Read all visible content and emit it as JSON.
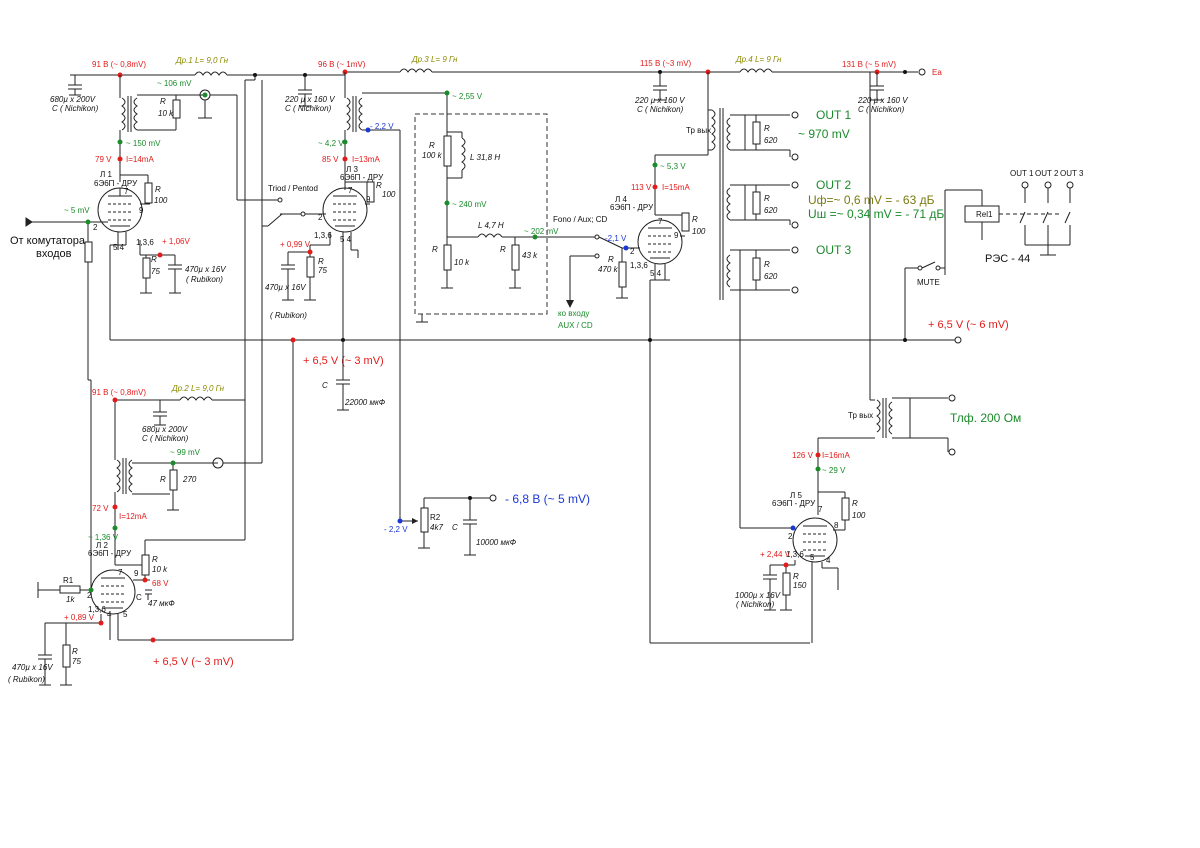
{
  "supply": {
    "v91": "91 В (~ 0,8mV)",
    "v96": "96 В (~ 1mV)",
    "v115": "115 В (~3 mV)",
    "v131": "131 В (~ 5 mV)",
    "ea": "Ea",
    "v91b": "91 В (~ 0,8mV)"
  },
  "chokes": {
    "dr1": "Др.1 L= 9,0 Гн",
    "dr2": "Др.2 L= 9,0 Гн",
    "dr3": "Др.3 L= 9 Гн",
    "dr4": "Др.4 L= 9 Гн"
  },
  "caps": {
    "c680a": "680µ  x 200V",
    "c680a_brand": "C ( Nichikon)",
    "c680b": "680µ  x 200V",
    "c680b_brand": "C ( Nichikon)",
    "c220a": "220 µ  x 160 V",
    "c220a_brand": "C ( Nichikon)",
    "c220b": "220 µ  x 160 V",
    "c220b_brand": "C ( Nichikon)",
    "c220c": "220 µ  x 160 V",
    "c220c_brand": "C ( Nichikon)",
    "c470a": "470µ  x 16V",
    "c470a_brand": "( Rubikon)",
    "c470b": "470µ  x 16V",
    "c470b_brand": "( Rubikon)",
    "c470c": "470µ  x 16V",
    "c470c_brand": "( Rubikon)",
    "c1000": "1000µ  x 16V",
    "c1000_brand": "( Nichikon)",
    "c22000": "22000 мкФ",
    "c10000": "10000 мкФ",
    "c47": "47 мкФ",
    "c_label": "C"
  },
  "resistors": {
    "r_label": "R",
    "r10k": "10 k",
    "r100": "100",
    "r75": "75",
    "r100k": "100 k",
    "r10k2": "10 k",
    "r43k": "43 k",
    "r470k": "470 k",
    "r620": "620",
    "r270": "270",
    "r150": "150",
    "r1": "R1",
    "r1k": "1k",
    "r2": "R2",
    "r4k7": "4k7"
  },
  "tubes": {
    "l1": "Л 1",
    "l2": "Л 2",
    "l3": "Л 3",
    "l4": "Л 4",
    "l5": "Л 5",
    "type": "6Э6П - ДРУ",
    "pins136": "1,3,6",
    "p7": "7",
    "p9": "9",
    "p8": "8",
    "p2": "2",
    "p54": "5  4",
    "p4": "4",
    "p5": "5"
  },
  "voltages": {
    "v106": "~ 106 mV",
    "v150": "~ 150 mV",
    "v79": "79 V",
    "i14": "I=14mA",
    "v106b": "+ 1,06V",
    "v5mv": "~ 5 mV",
    "v255": "~ 2,55 V",
    "v42": "~ 4,2 V",
    "vm22": "- 2,2 V",
    "v85": "85 V",
    "i13": "I=13mA",
    "v099": "+ 0,99 V",
    "v240": "~ 240 mV",
    "v202": "~ 202 mV",
    "vm21": "-2,1 V",
    "v53": "~ 5,3 V",
    "v113": "113 V",
    "i15": "I=15mA",
    "v99": "~ 99 mV",
    "v72": "72 V",
    "i12": "I=12mA",
    "v136": "~ 1,36 V",
    "v68": "68 V",
    "v089": "+ 0,89 V",
    "vm22b": "- 2,2 V",
    "v126": "126 V",
    "i16": "I=16mA",
    "v29": "~ 29 V",
    "v244": "+ 2,44 V"
  },
  "inductors": {
    "l318": "L 31,8 H",
    "l47": "L 4,7 H"
  },
  "labels": {
    "from_switch": "От комутатора",
    "inputs": "входов",
    "triod_pentod": "Triod / Pentod",
    "fono": "Fono / Aux; CD",
    "to_input": "ко входу",
    "aux_cd": "AUX / CD",
    "out1": "OUT 1",
    "out1_v": "~ 970 mV",
    "out2": "OUT 2",
    "out3": "OUT 3",
    "uf": "Uф=~ 0,6 mV  = - 63 дБ",
    "ush": "Uш =~ 0,34 mV = - 71 дБ",
    "tr_out": "Тр вых",
    "tr_out2": "Тр вых",
    "rel1": "Rel1",
    "rec44": "РЭС - 44",
    "out1s": "OUT 1",
    "out2s": "OUT 2",
    "out3s": "OUT 3",
    "mute": "MUTE",
    "p65_6": "+ 6,5 V (~ 6 mV)",
    "p65_3": "+ 6,5 V (~ 3 mV)",
    "p65_3b": "+ 6,5 V (~ 3 mV)",
    "m68": "- 6,8 В (~ 5 mV)",
    "tlf": "Тлф. 200 Ом"
  }
}
